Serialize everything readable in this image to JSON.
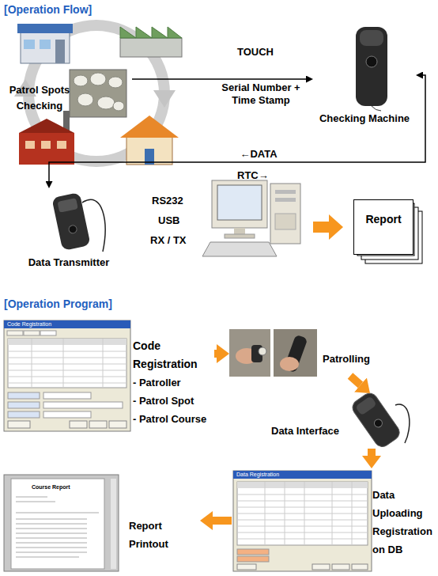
{
  "diagram": {
    "title": "[Operation Flow]",
    "nodes": [
      {
        "text": [
          "Patrol Spots Checking"
        ]
      },
      {
        "text": [
          "Checking Machine"
        ]
      },
      {
        "text": [
          "Data Transmitter"
        ]
      },
      {
        "text": [
          "Report"
        ]
      },
      {
        "text": [
          "Code Registration",
          "- Patroller",
          "- Patrol Spot",
          "- Patrol Course"
        ]
      },
      {
        "text": [
          "Patrolling"
        ]
      },
      {
        "text": [
          "Data Interface"
        ]
      },
      {
        "text": [
          "Data Uploading Registration on DB"
        ]
      },
      {
        "text": [
          "Report Printout"
        ]
      }
    ],
    "edges": [
      {
        "from": 0,
        "to": 1,
        "label": "Serial Number + Time Stamp",
        "arrow": "to"
      },
      {
        "from": 1,
        "to": 2,
        "label": "←DATA",
        "arrow": "both"
      },
      {
        "from": 4,
        "to": 5,
        "arrow": "to"
      },
      {
        "from": 5,
        "to": 6,
        "arrow": "to"
      },
      {
        "from": 6,
        "to": 7,
        "arrow": "to"
      },
      {
        "from": 7,
        "to": 8,
        "arrow": "to"
      }
    ],
    "labels": [
      "[Operation Program]",
      "TOUCH",
      "RS232",
      "USB",
      "RX / TX",
      "RTC→",
      "Code Registration",
      "Data Registration",
      "Course Report"
    ]
  }
}
